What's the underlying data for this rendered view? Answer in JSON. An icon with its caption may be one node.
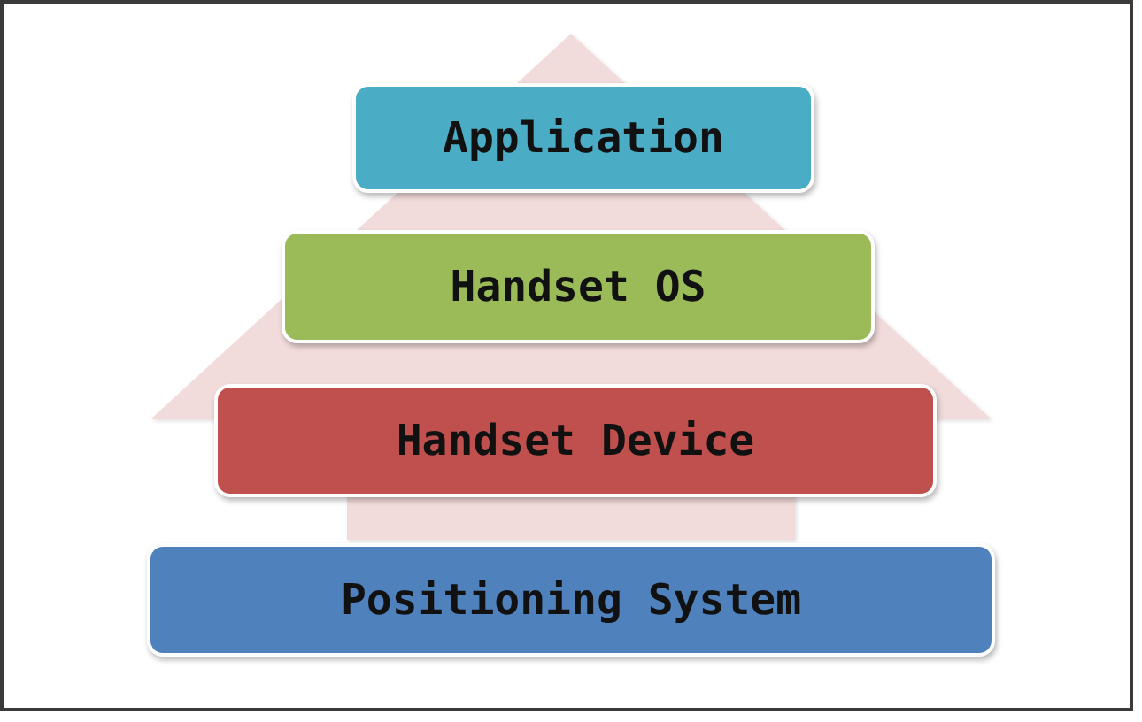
{
  "diagram": {
    "nodes": [
      {
        "text": [
          "Application"
        ]
      },
      {
        "text": [
          "Handset OS"
        ]
      },
      {
        "text": [
          "Handset Device"
        ]
      },
      {
        "text": [
          "Positioning System"
        ]
      }
    ],
    "edges": [
      {
        "from": 3,
        "to": 0,
        "arrow": "to",
        "style": "thick"
      }
    ]
  }
}
